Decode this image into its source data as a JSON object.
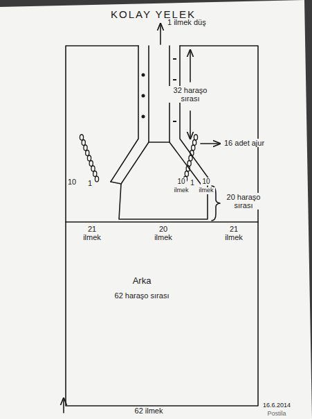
{
  "diagram": {
    "title": "KOLAY YELEK",
    "labels": [
      "1 ilmek düş",
      "32 haraşo sırası",
      "16 adet ajur",
      "10",
      "1",
      "10",
      "1",
      "10",
      "ilmek",
      "ilmek",
      "20 haraşo sırası",
      "21 ilmek",
      "20 ilmek",
      "21 ilmek",
      "Arka",
      "62 haraşo sırası",
      "62 ilmek",
      "16.6.2014",
      "Postila"
    ]
  }
}
